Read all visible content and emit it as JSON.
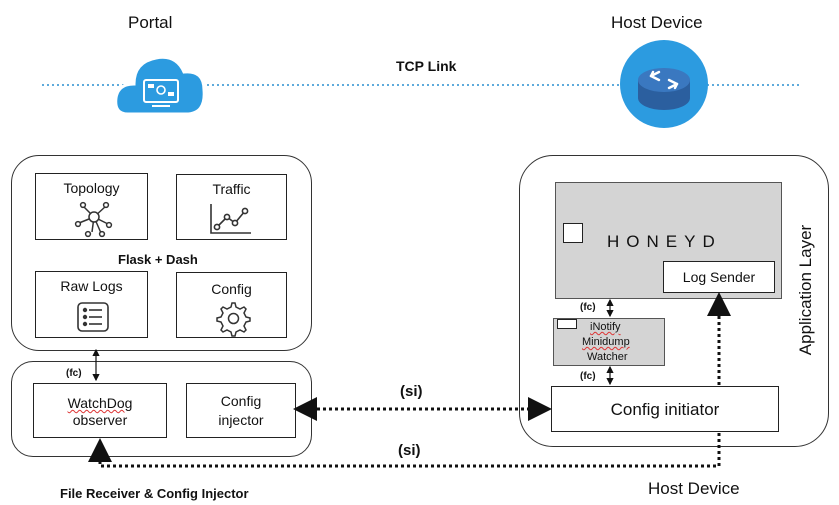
{
  "header": {
    "portal_label": "Portal",
    "host_label": "Host Device",
    "link_label": "TCP Link"
  },
  "portal_panel": {
    "cards": [
      {
        "label": "Topology",
        "icon": "topology-icon"
      },
      {
        "label": "Traffic",
        "icon": "line-chart-icon"
      },
      {
        "label": "Raw Logs",
        "icon": "list-icon"
      },
      {
        "label": "Config",
        "icon": "gear-icon"
      }
    ],
    "framework_label": "Flask + Dash"
  },
  "file_receiver": {
    "watchdog_line1": "WatchDog",
    "watchdog_line2": "observer",
    "injector_line1": "Config",
    "injector_line2": "injector",
    "caption": "File Receiver & Config Injector"
  },
  "connectors": {
    "fc_label": "(fc)",
    "si_label": "(si)"
  },
  "host_panel": {
    "side_label": "Application Layer",
    "honeyd_label": "HONEYD",
    "log_sender_label": "Log Sender",
    "inotify_line1": "iNotify",
    "inotify_line2": "Minidump",
    "inotify_line3": "Watcher",
    "config_initiator_label": "Config initiator",
    "caption": "Host Device"
  },
  "colors": {
    "cloud_blue": "#2c9be0",
    "honeyd_grey": "#d4d4d4",
    "link_blue": "#2a8fd0"
  }
}
